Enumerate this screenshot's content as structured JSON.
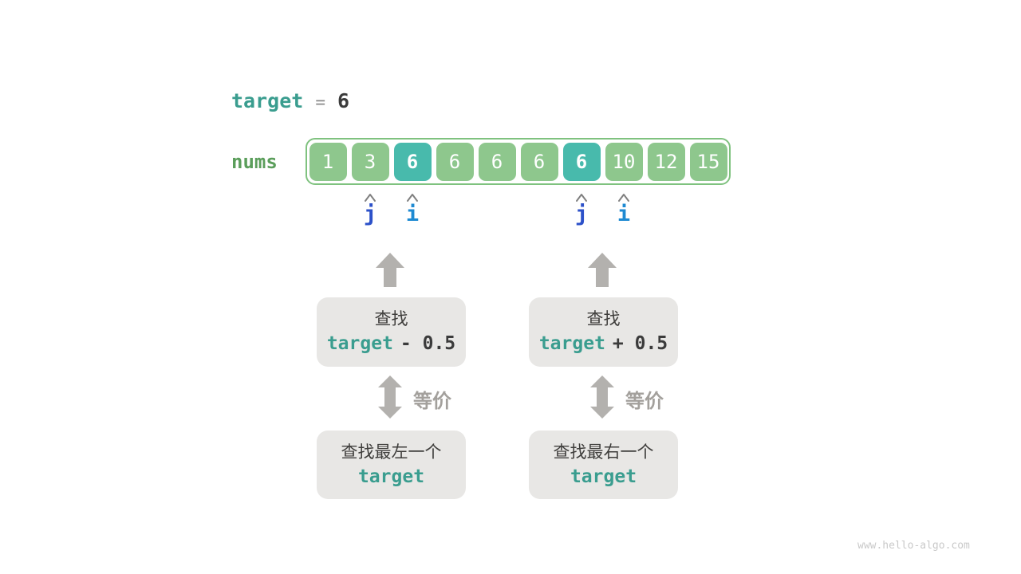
{
  "header": {
    "variable": "target",
    "operator": "=",
    "value": "6"
  },
  "array": {
    "label": "nums",
    "cells": [
      {
        "value": "1",
        "hl": false
      },
      {
        "value": "3",
        "hl": false
      },
      {
        "value": "6",
        "hl": true
      },
      {
        "value": "6",
        "hl": false
      },
      {
        "value": "6",
        "hl": false
      },
      {
        "value": "6",
        "hl": false
      },
      {
        "value": "6",
        "hl": true
      },
      {
        "value": "10",
        "hl": false
      },
      {
        "value": "12",
        "hl": false
      },
      {
        "value": "15",
        "hl": false
      }
    ]
  },
  "pointers": [
    {
      "label": "j",
      "color": "royal"
    },
    {
      "label": "i",
      "color": "azure"
    },
    {
      "label": "j",
      "color": "royal"
    },
    {
      "label": "i",
      "color": "azure"
    }
  ],
  "flows": {
    "left": {
      "search_line": "查找",
      "expr_variable": "target",
      "expr_rest": "- 0.5",
      "equivalence_label": "等价",
      "result_line": "查找最左一个",
      "result_variable": "target"
    },
    "right": {
      "search_line": "查找",
      "expr_variable": "target",
      "expr_rest": "+ 0.5",
      "equivalence_label": "等价",
      "result_line": "查找最右一个",
      "result_variable": "target"
    }
  },
  "watermark": "www.hello-algo.com",
  "colors": {
    "teal_text": "#3a9d8f",
    "green_cell": "#8ec78d",
    "teal_cell_highlight": "#48baac",
    "green_border": "#7fc27f",
    "green_label": "#5b9e5b",
    "dark_text": "#3b3b3b",
    "gray_arrow": "#b3b1ae",
    "gray_equiv_label": "#a3a09c",
    "pointer_j_blue": "#2c51c9",
    "pointer_i_blue": "#1e8ad2",
    "box_background": "#e8e7e5",
    "watermark_gray": "#c9c9c9"
  }
}
